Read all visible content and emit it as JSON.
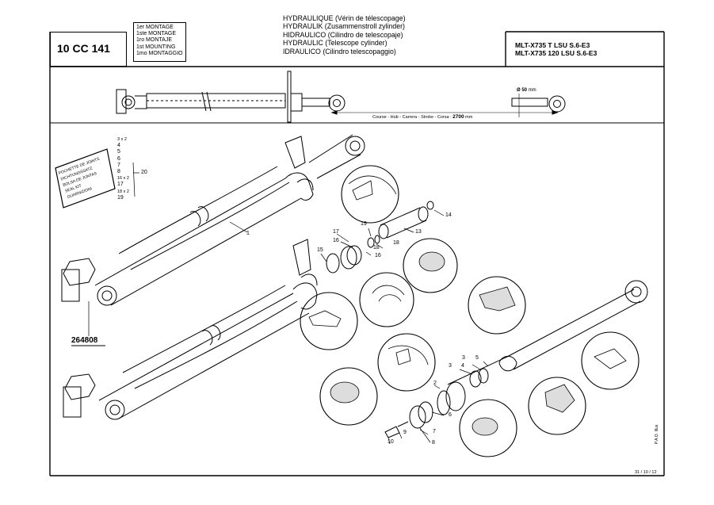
{
  "header": {
    "reference": "10 CC 141",
    "mounting": [
      "1er MONTAGE",
      "1ste MONTAGE",
      "1ro MONTAJE",
      "1st MOUNTING",
      "1mo MONTAGGIO"
    ],
    "titles": [
      "HYDRAULIQUE (Vérin de télescopage)",
      "HYDRAULIK (Zusammenstroll zylinder)",
      "HIDRAULICO (Cilindro de telescopaje)",
      "HYDRAULIC (Telescope cylinder)",
      "IDRAULICO (Cilindro telescopaggio)"
    ],
    "models": [
      "MLT-X735 T LSU S.6-E3",
      "MLT-X735 120 LSU S.6-E3"
    ]
  },
  "overview": {
    "diameter_label": "Ø 50",
    "diameter_unit": "mm",
    "stroke_label": "Course - Hub - Carrera - Stroke - Corsa :",
    "stroke_value": "2700",
    "stroke_unit": "mm"
  },
  "kit": {
    "items": [
      "3 x 2",
      "4",
      "5",
      "6",
      "7",
      "8",
      "16 x 2",
      "17",
      "18 x 2",
      "19"
    ],
    "ref": "20",
    "label_lines": [
      "POCHETTE DE JOINTS",
      "DICHTUNGSSATZ",
      "BOLSA DE JUNTAS",
      "SEAL KIT",
      "GUARNIZIONI"
    ]
  },
  "callouts": {
    "n1": "1",
    "n2": "2",
    "n3a": "3",
    "n3b": "3",
    "n4": "4",
    "n5": "5",
    "n6": "6",
    "n7": "7",
    "n8": "8",
    "n9": "9",
    "n10": "10",
    "n13": "13",
    "n14": "14",
    "n15": "15",
    "n16a": "16",
    "n16b": "16",
    "n17": "17",
    "n18a": "18",
    "n18b": "18",
    "n19": "19"
  },
  "part_number": "264808",
  "footer": {
    "date": "31 / 10 / 12",
    "author": "P.A.O. Illus"
  }
}
